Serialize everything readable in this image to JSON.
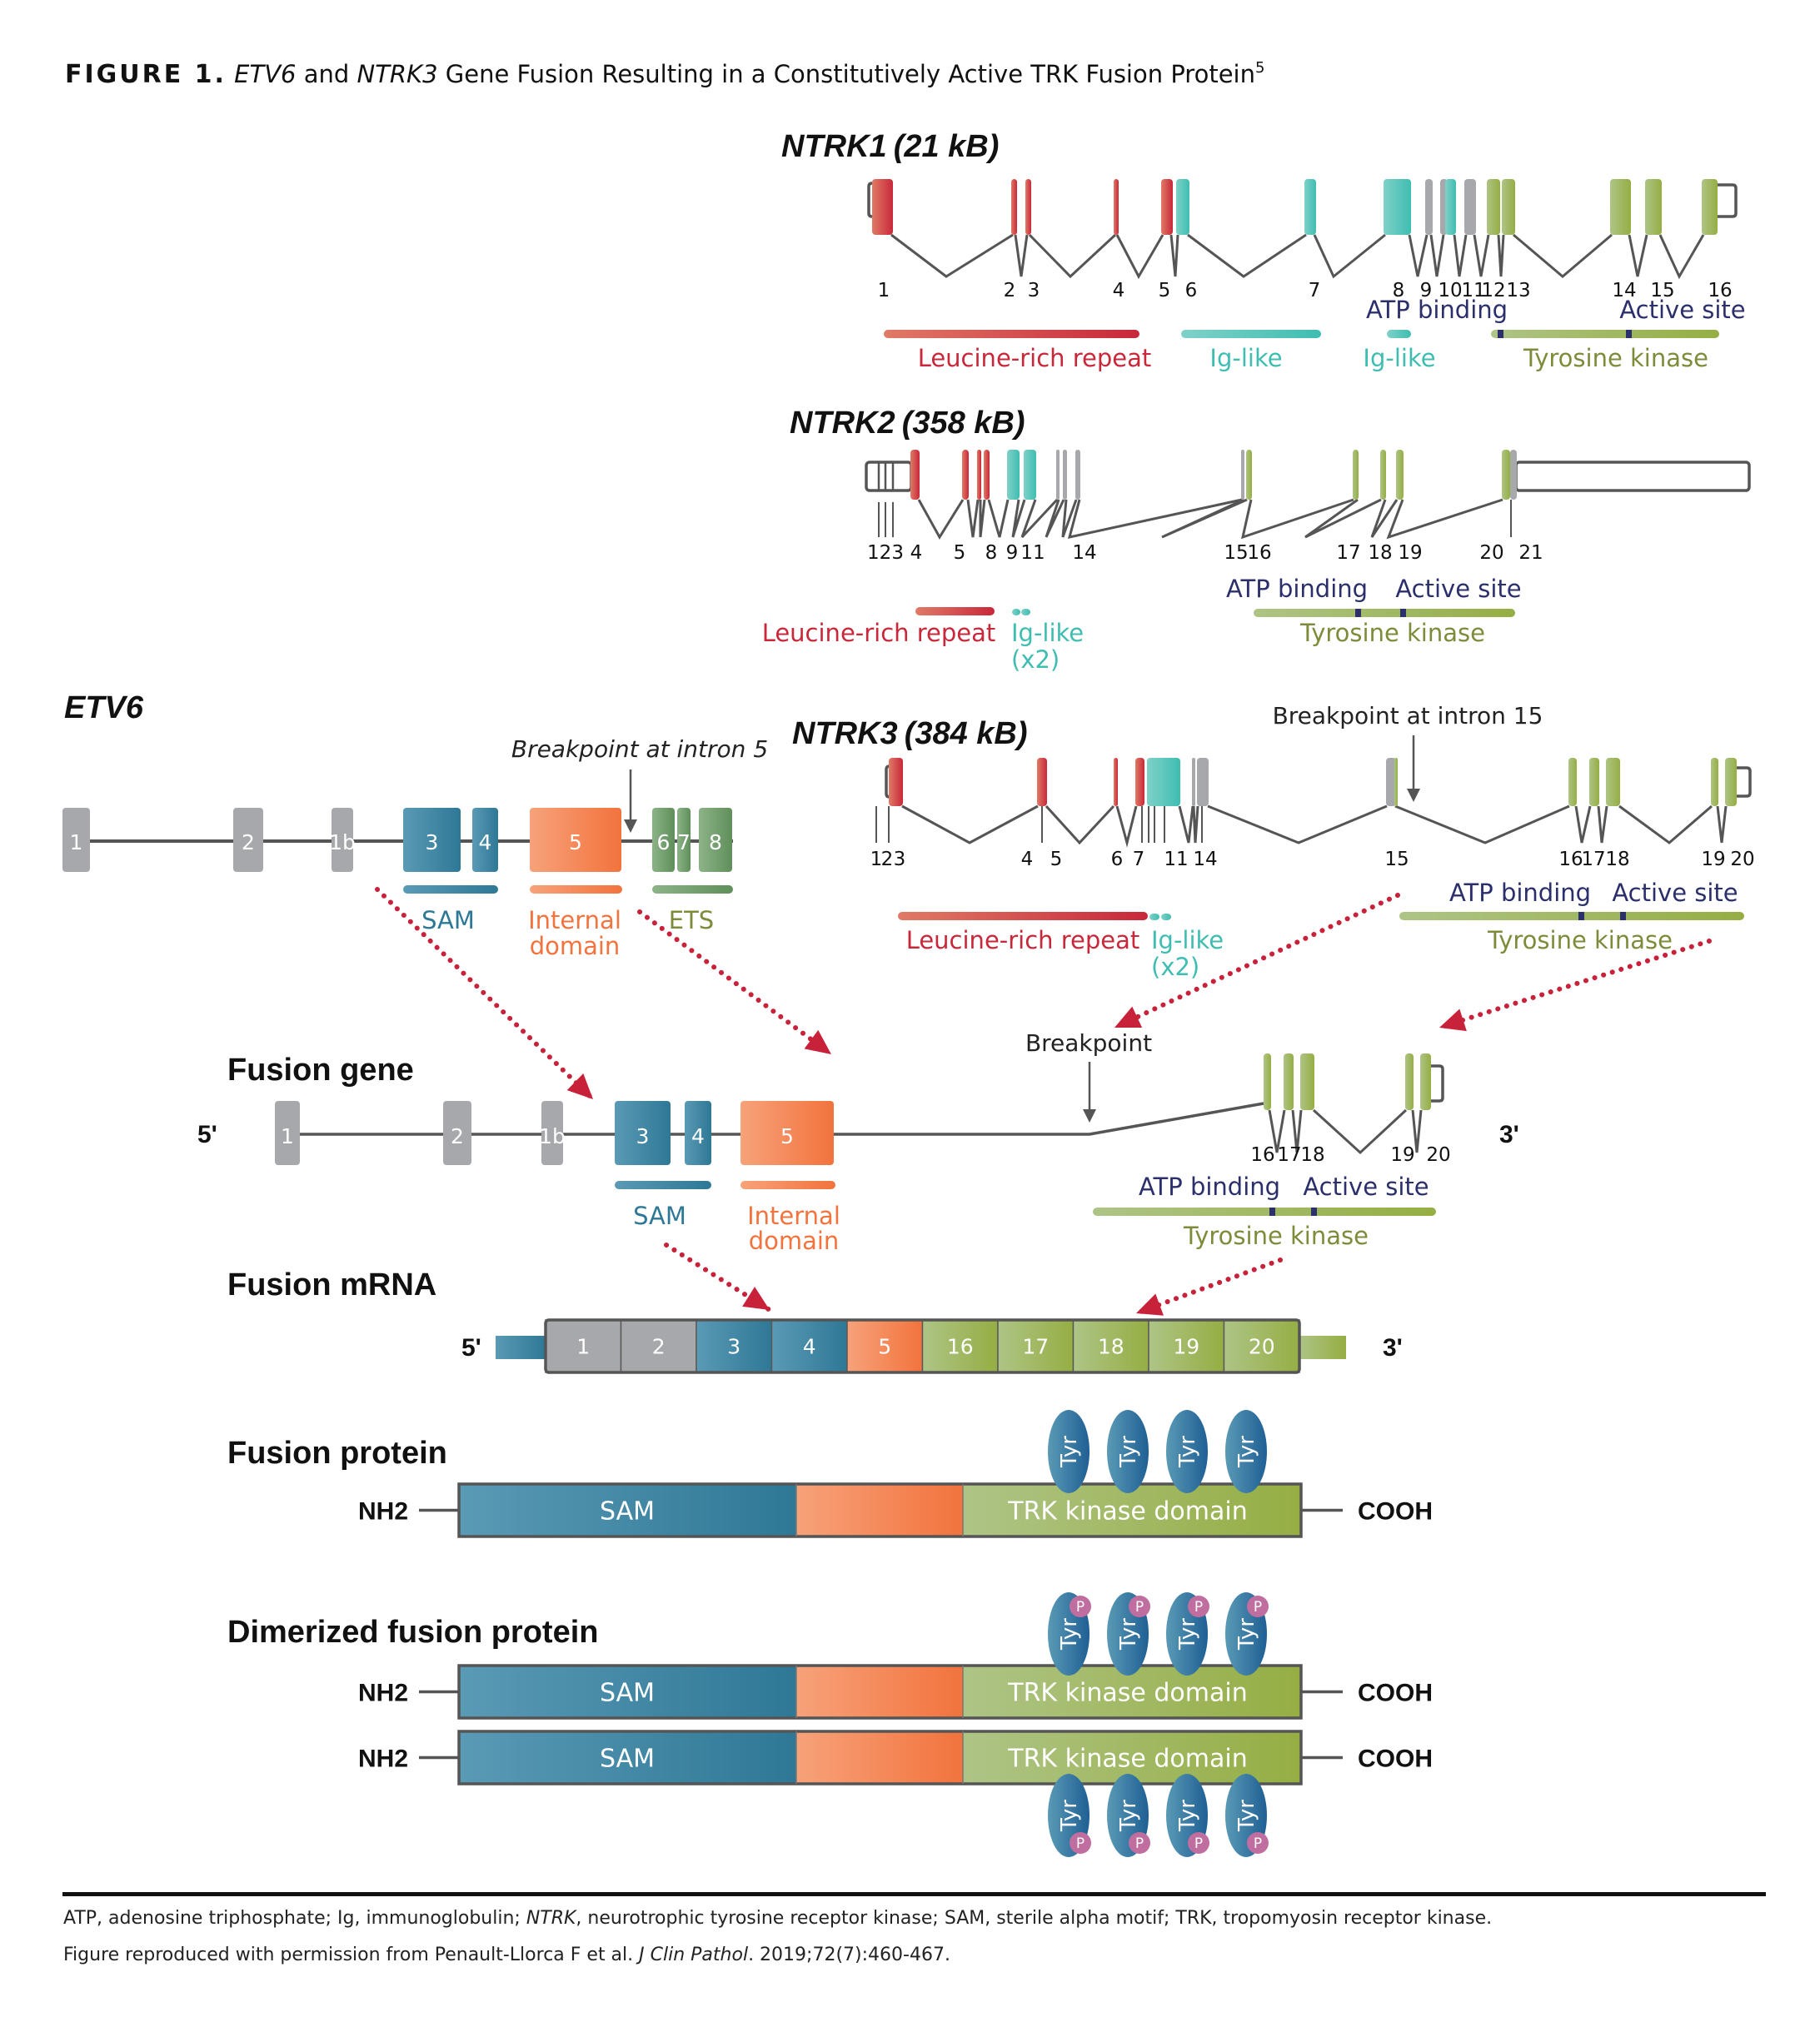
{
  "figure": {
    "label": "FIGURE 1.",
    "title_parts": [
      {
        "text": " ETV6",
        "italic": true
      },
      {
        "text": " and ",
        "italic": false
      },
      {
        "text": "NTRK3",
        "italic": true
      },
      {
        "text": " Gene Fusion Resulting in a Constitutively Active TRK Fusion Protein",
        "italic": false
      }
    ],
    "title_superscript": "5"
  },
  "colors": {
    "red": "#c8283a",
    "red_light": "#e07a66",
    "teal": "#3fbdb1",
    "teal_light": "#7fd1c8",
    "gray": "#a7a8ab",
    "green": "#95ae43",
    "green_light": "#aec486",
    "blue": "#2e7896",
    "blue_light": "#5a9ab5",
    "orange": "#f2733d",
    "orange_light": "#f7a27a",
    "ets_green": "#5f8f5a",
    "ets_green_light": "#8cb388",
    "navy": "#2b2f6b",
    "olive": "#7d8c3a",
    "arrow_red": "#c8223a",
    "line": "#555555",
    "tyr_blue": "#1f5f94",
    "phospho_pink": "#c06d9f"
  },
  "ntrk1": {
    "name": "NTRK1",
    "size": "(21 kB)",
    "exon_labels": [
      "1",
      "2",
      "3",
      "4",
      "5",
      "6",
      "7",
      "8",
      "9",
      "10",
      "11",
      "12",
      "13",
      "14",
      "15",
      "16"
    ],
    "exon_types": [
      "red",
      "red",
      "red",
      "red",
      "red",
      "teal",
      "teal",
      "teal",
      "gray",
      "teal",
      "gray",
      "green",
      "green",
      "green",
      "green",
      "green"
    ],
    "annotations": {
      "atp": "ATP binding",
      "active": "Active site"
    },
    "domains": [
      {
        "label": "Leucine-rich repeat",
        "color": "red"
      },
      {
        "label": "Ig-like",
        "color": "teal"
      },
      {
        "label": "Ig-like",
        "color": "teal"
      },
      {
        "label": "Tyrosine kinase",
        "color": "green"
      }
    ]
  },
  "ntrk2": {
    "name": "NTRK2",
    "size": "(358 kB)",
    "exon_labels": [
      "123",
      "4",
      "5",
      "8",
      "9",
      "11",
      "14",
      "15",
      "16",
      "17",
      "18",
      "19",
      "20",
      "21"
    ],
    "annotations": {
      "atp": "ATP binding",
      "active": "Active site"
    },
    "domains": [
      {
        "label": "Leucine-rich repeat",
        "color": "red"
      },
      {
        "label": "Ig-like",
        "label2": "(x2)",
        "color": "teal"
      },
      {
        "label": "Tyrosine kinase",
        "color": "green"
      }
    ]
  },
  "ntrk3": {
    "name": "NTRK3",
    "size": "(384 kB)",
    "exon_labels": [
      "1",
      "2",
      "3",
      "4",
      "5",
      "6",
      "7",
      "11",
      "14",
      "15",
      "16",
      "17",
      "18",
      "19",
      "20"
    ],
    "breakpoint": "Breakpoint at intron 15",
    "annotations": {
      "atp": "ATP binding",
      "active": "Active site"
    },
    "domains": [
      {
        "label": "Leucine-rich repeat",
        "color": "red"
      },
      {
        "label": "Ig-like",
        "label2": "(x2)",
        "color": "teal"
      },
      {
        "label": "Tyrosine kinase",
        "color": "green"
      }
    ]
  },
  "etv6": {
    "name": "ETV6",
    "breakpoint": "Breakpoint at intron 5",
    "exons": [
      "1",
      "2",
      "1b",
      "3",
      "4",
      "5",
      "6",
      "7",
      "8"
    ],
    "domains": [
      {
        "label": "SAM",
        "color": "blue"
      },
      {
        "label": "Internal",
        "label2": "domain",
        "color": "orange"
      },
      {
        "label": "ETS",
        "color": "ets_green"
      }
    ]
  },
  "fusion_gene": {
    "title": "Fusion gene",
    "five_prime": "5'",
    "three_prime": "3'",
    "breakpoint": "Breakpoint",
    "etv6_exons": [
      "1",
      "2",
      "1b",
      "3",
      "4",
      "5"
    ],
    "ntrk3_exon_labels": [
      "16",
      "17",
      "18",
      "19",
      "20"
    ],
    "annotations": {
      "atp": "ATP binding",
      "active": "Active site"
    },
    "domains": [
      {
        "label": "SAM",
        "color": "blue"
      },
      {
        "label": "Internal",
        "label2": "domain",
        "color": "orange"
      },
      {
        "label": "Tyrosine kinase",
        "color": "green"
      }
    ]
  },
  "fusion_mrna": {
    "title": "Fusion mRNA",
    "five_prime": "5'",
    "three_prime": "3'",
    "segments": [
      {
        "label": "1",
        "color": "gray"
      },
      {
        "label": "2",
        "color": "gray"
      },
      {
        "label": "3",
        "color": "blue"
      },
      {
        "label": "4",
        "color": "blue"
      },
      {
        "label": "5",
        "color": "orange"
      },
      {
        "label": "16",
        "color": "green"
      },
      {
        "label": "17",
        "color": "green"
      },
      {
        "label": "18",
        "color": "green"
      },
      {
        "label": "19",
        "color": "green"
      },
      {
        "label": "20",
        "color": "green"
      }
    ]
  },
  "fusion_protein": {
    "title": "Fusion protein",
    "nterm": "NH2",
    "cterm": "COOH",
    "sam": "SAM",
    "kinase": "TRK kinase domain",
    "tyr": [
      "Tyr",
      "Tyr",
      "Tyr",
      "Tyr"
    ]
  },
  "dimer": {
    "title": "Dimerized fusion protein",
    "nterm": "NH2",
    "cterm": "COOH",
    "sam": "SAM",
    "kinase": "TRK kinase domain",
    "tyr": "Tyr",
    "phospho": "P",
    "tyr_count": 4
  },
  "footer": {
    "line1_parts": [
      {
        "text": "ATP, adenosine triphosphate; Ig, immunoglobulin; ",
        "italic": false
      },
      {
        "text": "NTRK",
        "italic": true
      },
      {
        "text": ", neurotrophic tyrosine receptor kinase; SAM, sterile alpha motif; TRK, tropomyosin receptor kinase.",
        "italic": false
      }
    ],
    "line2_parts": [
      {
        "text": "Figure reproduced with permission from Penault-Llorca F et al. ",
        "italic": false
      },
      {
        "text": "J Clin Pathol",
        "italic": true
      },
      {
        "text": ". 2019;72(7):460-467.",
        "italic": false
      }
    ]
  }
}
